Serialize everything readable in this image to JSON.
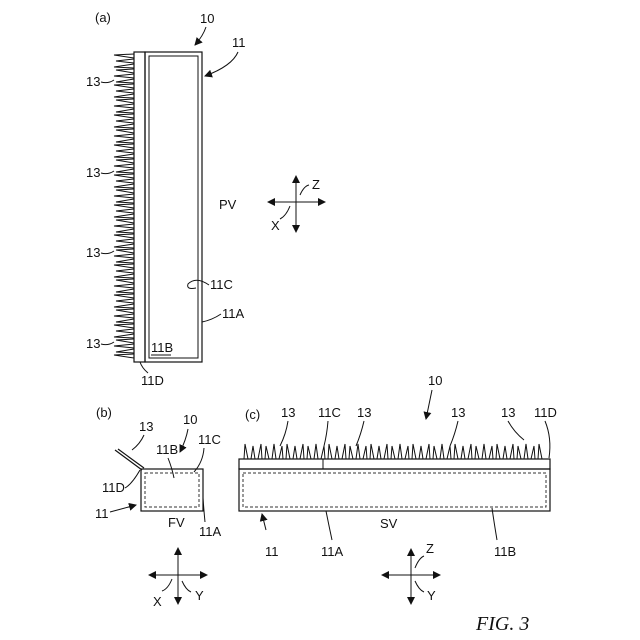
{
  "panels": {
    "a": {
      "label": "(a)",
      "ref_10": "10",
      "ref_11": "11",
      "ref_13": [
        "13",
        "13",
        "13",
        "13"
      ],
      "ref_11C": "11C",
      "ref_11A": "11A",
      "ref_11B": "11B",
      "ref_11D": "11D",
      "view": "PV",
      "axes": {
        "z": "Z",
        "x": "X"
      }
    },
    "b": {
      "label": "(b)",
      "ref_13": "13",
      "ref_10": "10",
      "ref_11B": "11B",
      "ref_11C": "11C",
      "ref_11D": "11D",
      "ref_11": "11",
      "ref_11A": "11A",
      "view": "FV",
      "axes": {
        "x": "X",
        "y": "Y"
      }
    },
    "c": {
      "label": "(c)",
      "ref_13": [
        "13",
        "13",
        "13",
        "13"
      ],
      "ref_11C": "11C",
      "ref_11D": "11D",
      "ref_10": "10",
      "ref_11": "11",
      "ref_11A": "11A",
      "ref_11B": "11B",
      "view": "SV",
      "axes": {
        "z": "Z",
        "y": "Y"
      }
    }
  },
  "caption": "FIG. 3"
}
